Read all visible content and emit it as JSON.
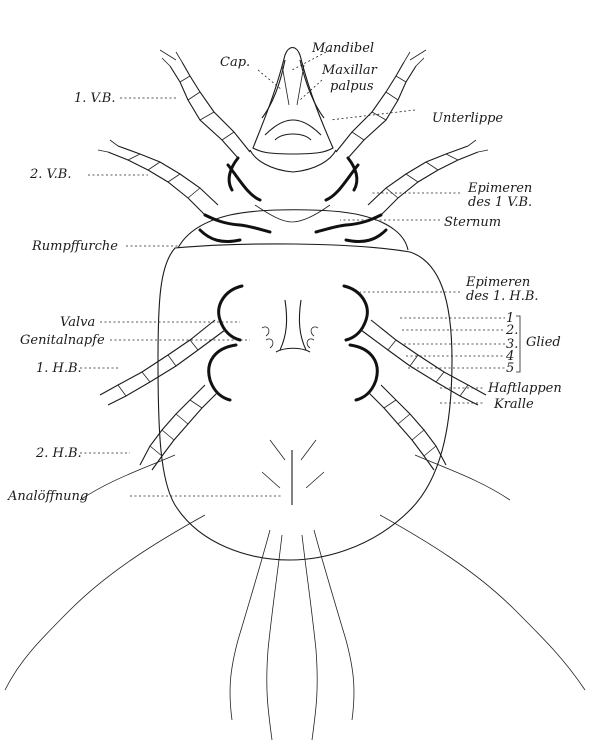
{
  "labels": {
    "mandibel": "Mandibel",
    "cap": "Cap.",
    "maxillarpalpus_1": "Maxillar",
    "maxillarpalpus_2": "palpus",
    "unterlippe": "Unterlippe",
    "vb1": "1. V.B.",
    "vb2": "2. V.B.",
    "epimeren_vb_1": "Epimeren",
    "epimeren_vb_2": "des 1 V.B.",
    "sternum": "Sternum",
    "rumpffurche": "Rumpffurche",
    "epimeren_hb_1": "Epimeren",
    "epimeren_hb_2": "des 1. H.B.",
    "valva": "Valva",
    "genitalnapfe": "Genitalnapfe",
    "hb1": "1. H.B.",
    "hb2": "2. H.B.",
    "glied_1": "1",
    "glied_2": "2.",
    "glied_3": "3.",
    "glied_4": "4",
    "glied_5": "5",
    "glied": "Glied",
    "haftlappen": "Haftlappen",
    "kralle": "Kralle",
    "analoeffnung": "Analöffnung"
  }
}
